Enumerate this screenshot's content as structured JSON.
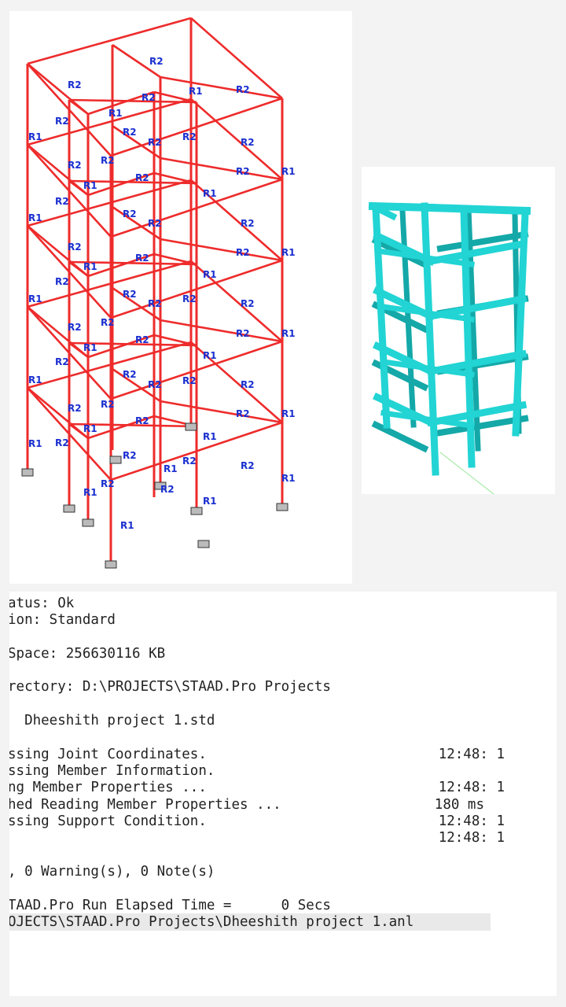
{
  "frame_view": {
    "member_labels": {
      "beam": "R2",
      "column": "R1"
    },
    "colors": {
      "member": "#ee2b2b",
      "label": "#1a2fd0",
      "support": "#333333"
    }
  },
  "render_view": {
    "colors": {
      "member": "#22d4d4",
      "member_dark": "#14a8a8"
    }
  },
  "output_log": {
    "lines": [
      "atus: Ok",
      "ion: Standard",
      "Space: 256630116 KB",
      "rectory: D:\\PROJECTS\\STAAD.Pro Projects",
      "  Dheeshith project 1.std",
      "ssing Joint Coordinates.",
      "ssing Member Information.",
      "ng Member Properties ...",
      "hed Reading Member Properties ...",
      "ssing Support Condition.",
      ", 0 Warning(s), 0 Note(s)",
      "TAAD.Pro Run Elapsed Time =      0 Secs",
      "OJECTS\\STAAD.Pro Projects\\Dheeshith project 1.anl"
    ],
    "times": [
      "12:48: 1",
      "12:48: 1",
      "180 ms",
      "12:48: 1",
      "12:48: 1"
    ]
  }
}
